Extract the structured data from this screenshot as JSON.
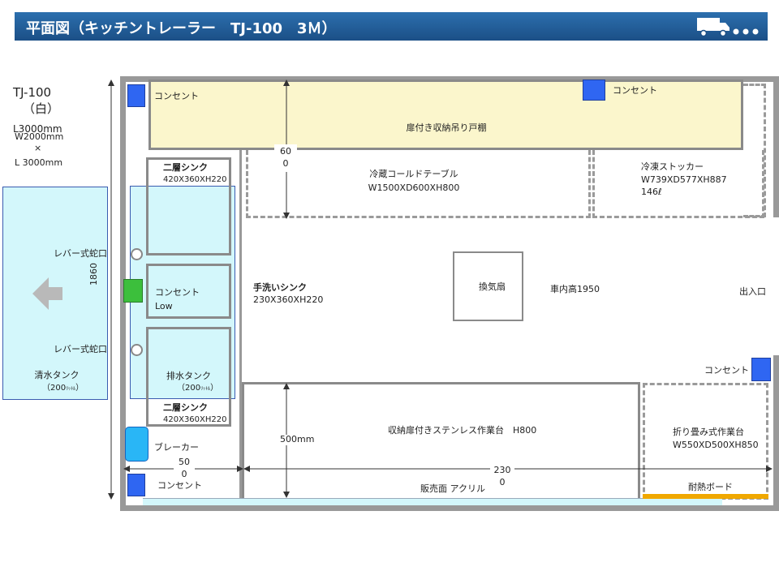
{
  "header": {
    "title": "平面図（キッチントレーラー　TJ-100　3Ｍ）",
    "icon": "truck-icon"
  },
  "side_info": {
    "model": "TJ-100",
    "color": "（白）",
    "length_top": "L3000mm",
    "width": "W2000mm",
    "times": "×",
    "length": "L 3000mm"
  },
  "labels": {
    "outlet": "コンセント",
    "shelf": "扉付き収納吊り戸棚",
    "shelf_depth_top": "60",
    "shelf_depth_bottom": "0",
    "cold_table": "冷蔵コールドテーブル",
    "cold_table_dim": "W1500XD600XH800",
    "freezer": "冷凍ストッカー",
    "freezer_dim": "W739XD577XH887",
    "freezer_vol": "146ℓ",
    "double_sink": "二層シンク",
    "double_sink_dim": "420X360XH220",
    "lever_faucet": "レバー式蛇口",
    "outlet_low": "Low",
    "drain_tank": "排水タンク",
    "drain_tank_vol": "（200",
    "drain_tank_unit": "ﾘｯﾄﾙ",
    "hand_sink": "手洗いシンク",
    "hand_sink_dim": "230X360XH220",
    "fan": "換気扇",
    "ceiling": "車内高1950",
    "door": "出入口",
    "freshwater": "清水タンク",
    "freshwater_vol": "（200",
    "freshwater_unit": "ﾘｯﾄﾙ",
    "height_1860": "1860",
    "breaker": "ブレーカー",
    "dim_500_top": "50",
    "dim_500_bottom": "0",
    "dim_2300_top": "230",
    "dim_2300_bottom": "0",
    "workbench_depth": "500mm",
    "workbench": "収納扉付きステンレス作業台　H800",
    "folding_bench": "折り畳み式作業台",
    "folding_bench_dim": "W550XD500XH850",
    "acrylic": "販売面 アクリル",
    "heat_board": "耐熱ボード"
  },
  "colors": {
    "header": "#1f5a96",
    "shelf_fill": "#fbf6cc",
    "tank_fill": "#d3f7fb",
    "outlet_blue": "#2f66f2",
    "outlet_green": "#3cbf3c",
    "breaker_cyan": "#29b6f6",
    "heat_board": "#f0a800",
    "wall": "#999999"
  }
}
